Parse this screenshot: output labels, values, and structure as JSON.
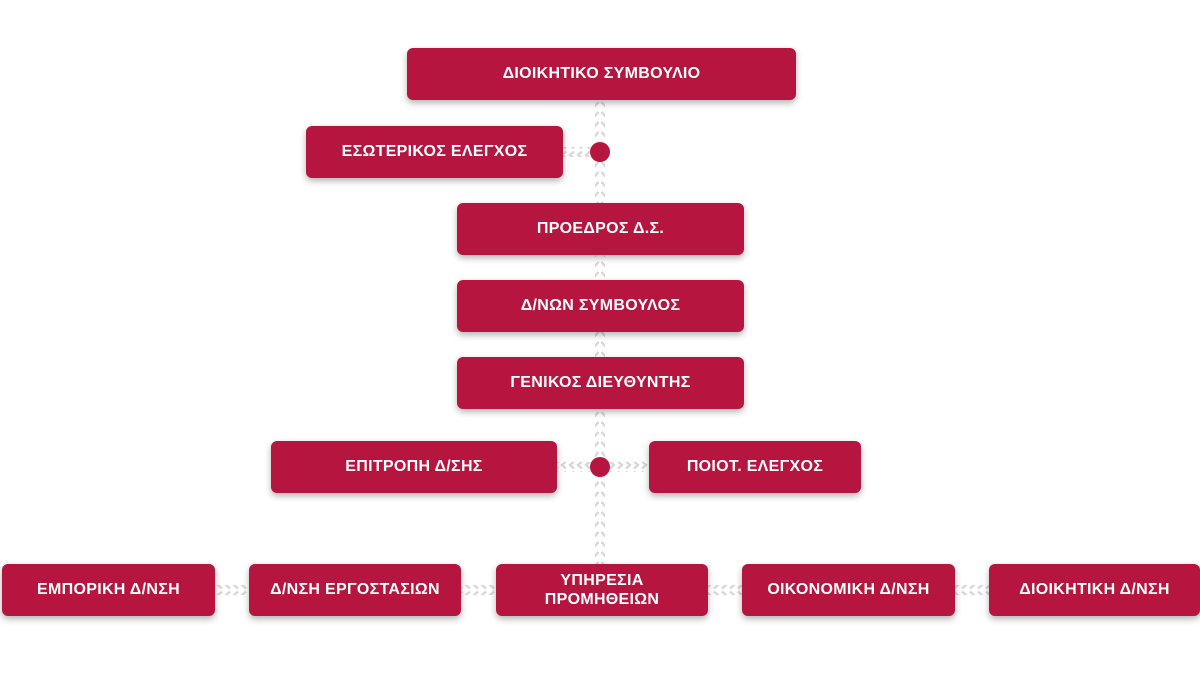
{
  "colors": {
    "box": "#b5153f",
    "connector": "#d6d6d6",
    "dot": "#b5153f"
  },
  "nodes": {
    "board": "ΔΙΟΙΚΗΤΙΚΟ ΣΥΜΒΟΥΛΙΟ",
    "internal_audit": "ΕΣΩΤΕΡΙΚΟΣ ΕΛΕΓΧΟΣ",
    "chairman": "ΠΡΟΕΔΡΟΣ Δ.Σ.",
    "managing_director": "Δ/ΝΩΝ ΣΥΜΒΟΥΛΟΣ",
    "general_manager": "ΓΕΝΙΚΟΣ ΔΙΕΥΘΥΝΤΗΣ",
    "management_committee": "ΕΠΙΤΡΟΠΗ Δ/ΣΗΣ",
    "quality_control": "ΠΟΙΟΤ. ΕΛΕΓΧΟΣ",
    "commercial": "ΕΜΠΟΡΙΚΗ Δ/ΝΣΗ",
    "factories": "Δ/ΝΣΗ ΕΡΓΟΣΤΑΣΙΩΝ",
    "procurement_line1": "ΥΠΗΡΕΣΙΑ",
    "procurement_line2": "ΠΡΟΜΗΘΕΙΩΝ",
    "financial": "ΟΙΚΟΝΟΜΙΚΗ Δ/ΝΣΗ",
    "administrative": "ΔΙΟΙΚΗΤΙΚΗ Δ/ΝΣΗ"
  }
}
